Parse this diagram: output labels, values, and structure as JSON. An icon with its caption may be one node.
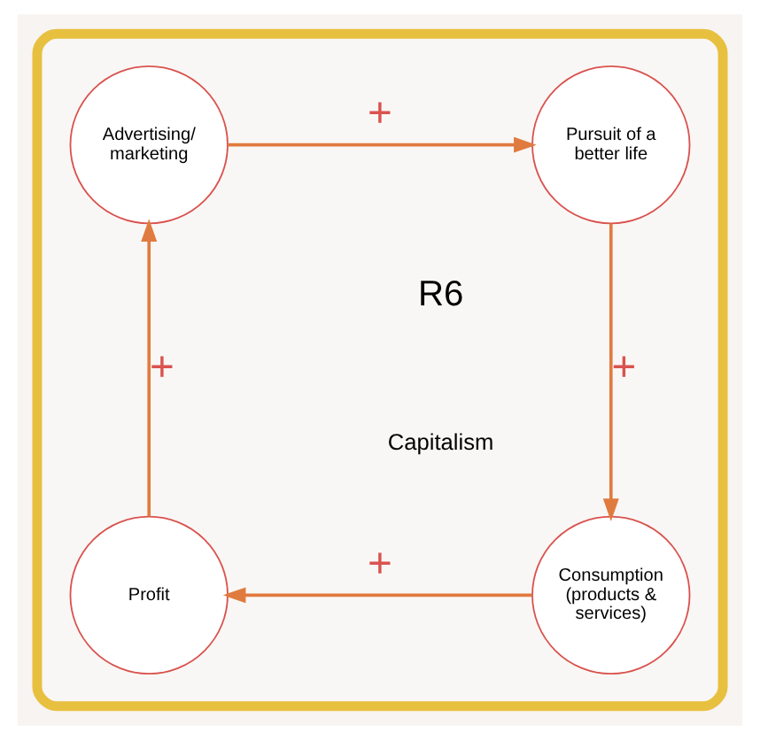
{
  "diagram": {
    "nodes": [
      {
        "text": [],
        "shape": "box"
      },
      {
        "text": [
          "Advertising/ marketing"
        ],
        "in": 0
      },
      {
        "text": [
          "Pursuit of a better life"
        ],
        "in": 0
      },
      {
        "text": [
          "Consumption (products & services)"
        ],
        "in": 0
      },
      {
        "text": [
          "Profit"
        ],
        "in": 0
      }
    ],
    "edges": [
      {
        "from": 1,
        "to": 2,
        "arrow": "to",
        "label": "+"
      },
      {
        "from": 2,
        "to": 3,
        "arrow": "to",
        "label": "+"
      },
      {
        "from": 3,
        "to": 4,
        "arrow": "to",
        "label": "+"
      },
      {
        "from": 4,
        "to": 1,
        "arrow": "to",
        "label": "+"
      }
    ],
    "labels": [
      "R6",
      "Capitalism"
    ]
  }
}
